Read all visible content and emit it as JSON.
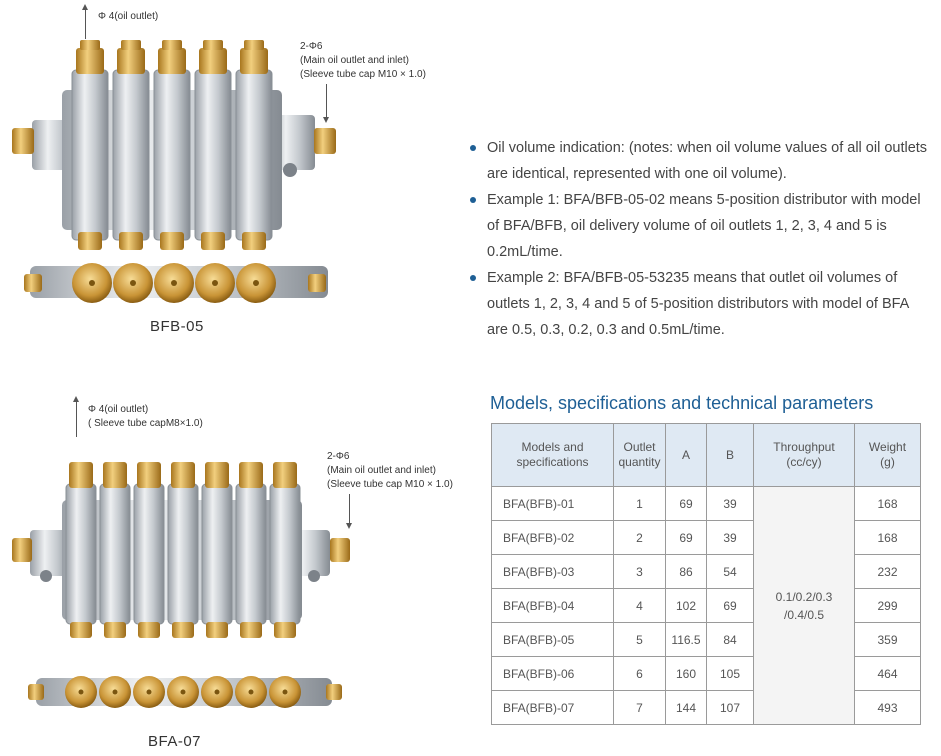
{
  "top_unit": {
    "outlet_label": "Φ 4(oil outlet)",
    "main_line1": "2-Φ6",
    "main_line2": "(Main oil outlet and inlet)",
    "main_line3": "(Sleeve tube cap M10 × 1.0)",
    "caption": "BFB-05",
    "outlets": 5
  },
  "bottom_unit": {
    "outlet_line1": "Φ 4(oil outlet)",
    "outlet_line2": "( Sleeve tube capM8×1.0)",
    "main_line1": "2-Φ6",
    "main_line2": "(Main oil outlet and inlet)",
    "main_line3": "(Sleeve tube cap M10 × 1.0)",
    "caption": "BFA-07",
    "outlets": 7
  },
  "notes": [
    "Oil volume indication: (notes: when oil volume values of all oil outlets are identical, represented with one oil volume).",
    "Example 1: BFA/BFB-05-02 means 5-position distributor with model of BFA/BFB, oil delivery volume of oil outlets 1, 2, 3, 4 and 5 is 0.2mL/time.",
    "Example 2: BFA/BFB-05-53235 means that outlet oil volumes of outlets 1, 2, 3, 4 and 5 of 5-position distributors with model of BFA are 0.5, 0.3, 0.2, 0.3 and 0.5mL/time."
  ],
  "table": {
    "title": "Models, specifications and technical parameters",
    "headers": {
      "model": [
        "Models and",
        "specifications"
      ],
      "outlet": [
        "Outlet",
        "quantity"
      ],
      "a": "A",
      "b": "B",
      "throughput": [
        "Throughput",
        "(cc/cy)"
      ],
      "weight": [
        "Weight",
        "(g)"
      ]
    },
    "throughput_line1": "0.1/0.2/0.3",
    "throughput_line2": "/0.4/0.5",
    "rows": [
      {
        "model": "BFA(BFB)-01",
        "outlets": "1",
        "a": "69",
        "b": "39",
        "weight": "168"
      },
      {
        "model": "BFA(BFB)-02",
        "outlets": "2",
        "a": "69",
        "b": "39",
        "weight": "168"
      },
      {
        "model": "BFA(BFB)-03",
        "outlets": "3",
        "a": "86",
        "b": "54",
        "weight": "232"
      },
      {
        "model": "BFA(BFB)-04",
        "outlets": "4",
        "a": "102",
        "b": "69",
        "weight": "299"
      },
      {
        "model": "BFA(BFB)-05",
        "outlets": "5",
        "a": "116.5",
        "b": "84",
        "weight": "359"
      },
      {
        "model": "BFA(BFB)-06",
        "outlets": "6",
        "a": "160",
        "b": "105",
        "weight": "464"
      },
      {
        "model": "BFA(BFB)-07",
        "outlets": "7",
        "a": "144",
        "b": "107",
        "weight": "493"
      }
    ]
  },
  "colors": {
    "accent": "#1e5f95",
    "header_bg": "#dfe9f3",
    "brass": "#d6a64a",
    "steel": "#c9cdd2"
  }
}
